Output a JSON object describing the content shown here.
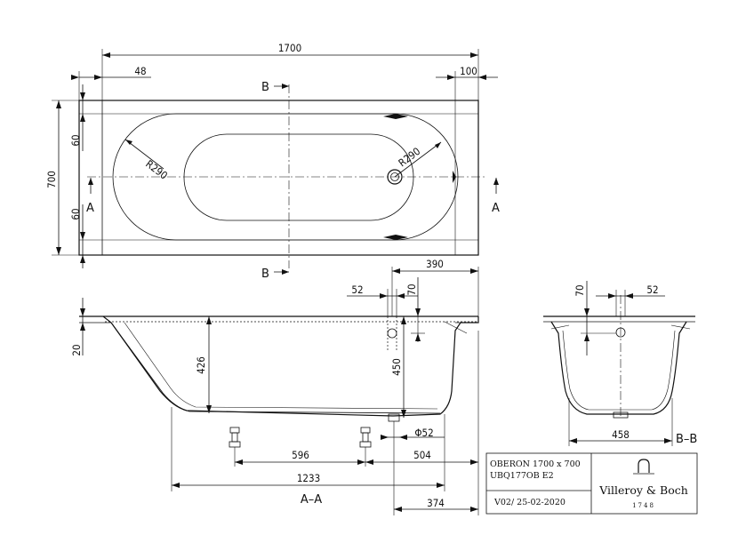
{
  "plan_view": {
    "dim_overall_length": "1700",
    "dim_left_offset": "48",
    "dim_right_offset": "100",
    "dim_overall_width": "700",
    "dim_top_offset": "60",
    "dim_bottom_offset": "60",
    "radius_left": "R290",
    "radius_right": "R290",
    "section_b_top": "B",
    "section_b_bottom": "B",
    "section_a_left": "A",
    "section_a_right": "A"
  },
  "section_a": {
    "label": "A–A",
    "dim_rim": "20",
    "dim_depth": "426",
    "dim_drain_depth": "450",
    "dim_drain_x": "52",
    "dim_drain_y": "70",
    "dim_drain_from_end": "390",
    "dim_drain_dia": "Φ52",
    "dim_feet_spacing": "596",
    "dim_foot_to_drain": "504",
    "dim_bottom_length": "1233",
    "dim_drain_offset": "374"
  },
  "section_b": {
    "label": "B–B",
    "dim_drain_y": "70",
    "dim_drain_x": "52",
    "dim_bottom_width": "458"
  },
  "title_block": {
    "product_line1": "OBERON 1700 x 700",
    "product_line2": "UBQ177OB E2",
    "version": "V02/ 25-02-2020",
    "brand": "Villeroy & Boch",
    "year": "1748",
    "logo_icon": "arch-logo-icon"
  }
}
